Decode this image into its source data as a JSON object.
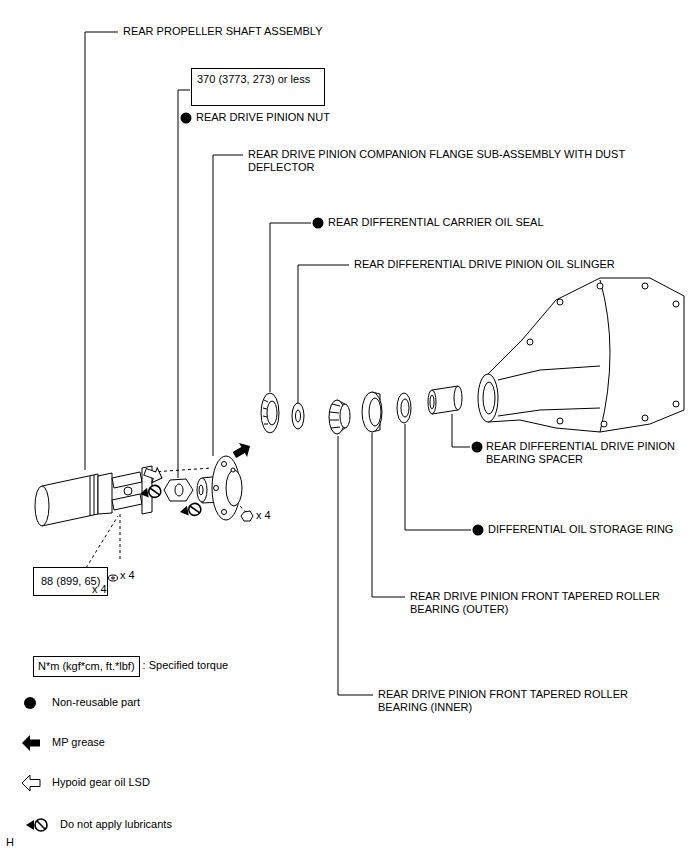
{
  "diagram": {
    "nodes": [
      {
        "text": [
          "370 (3773, 273) or less"
        ]
      },
      {
        "text": [
          "88 (899, 65)"
        ]
      },
      {
        "text": [
          "N*m (kgf*cm, ft.*lbf)"
        ]
      }
    ],
    "labels": [
      "REAR PROPELLER SHAFT ASSEMBLY",
      "REAR DRIVE PINION NUT",
      "REAR DRIVE PINION COMPANION FLANGE SUB-ASSEMBLY WITH DUST DEFLECTOR",
      "REAR DIFFERENTIAL CARRIER OIL SEAL",
      "REAR DIFFERENTIAL DRIVE PINION OIL SLINGER",
      "REAR DIFFERENTIAL DRIVE PINION BEARING SPACER",
      "DIFFERENTIAL OIL STORAGE RING",
      "x 4",
      "x 4",
      "x 4",
      "REAR DRIVE PINION FRONT TAPERED ROLLER BEARING (OUTER)",
      "REAR DRIVE PINION FRONT TAPERED ROLLER BEARING (INNER)",
      "H"
    ],
    "legend": [
      {
        "text": ": Specified torque"
      },
      {
        "text": "Non-reusable part"
      },
      {
        "text": "MP grease"
      },
      {
        "text": "Hypoid gear oil LSD"
      },
      {
        "text": "Do not apply lubricants"
      }
    ]
  }
}
